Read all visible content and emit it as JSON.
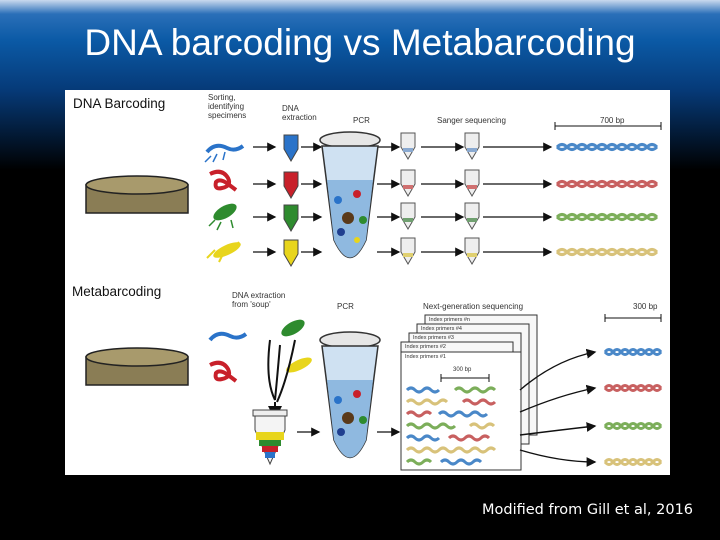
{
  "slide": {
    "title": "DNA barcoding vs Metabarcoding",
    "credit": "Modified from Gill et al, 2016"
  },
  "diagram": {
    "barcoding": {
      "label": "DNA Barcoding",
      "step_sorting": "Sorting, identifying specimens",
      "step_extraction": "DNA extraction",
      "step_pcr": "PCR",
      "step_sequencing": "Sanger sequencing",
      "read_length": "700 bp"
    },
    "metabarcoding": {
      "label": "Metabarcoding",
      "step_extraction": "DNA extraction from 'soup'",
      "step_pcr": "PCR",
      "step_sequencing": "Next-generation sequencing",
      "read_length": "300 bp",
      "inner_read_length": "300 bp",
      "index_primers": [
        "Index primers #n",
        "Index primers #4",
        "Index primers #3",
        "Index primers #2",
        "Index primers #1"
      ]
    },
    "colors": {
      "blue": "#2a73c9",
      "red": "#c8202a",
      "green": "#2e8b2e",
      "yellow": "#e8d51c",
      "dish": "#8a7d55",
      "dna_blue": "#4a88c8",
      "dna_red": "#c86060",
      "dna_green": "#7cae5a",
      "dna_tan": "#d8c27a"
    }
  }
}
